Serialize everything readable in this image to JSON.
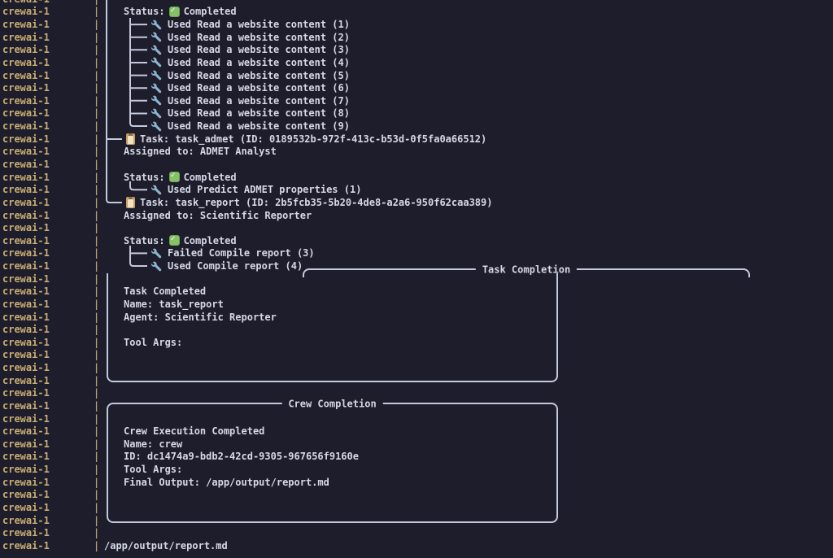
{
  "colors": {
    "background": "#1d1d2b",
    "gutter_label": "#c9ad74",
    "separator": "#b3a06c",
    "tree_and_borders": "#c5c9de",
    "text": "#d6d8e6",
    "check_green": "#86c169",
    "wrench_blue": "#8db4cf",
    "clipboard_tan": "#c79d66"
  },
  "gutter": {
    "service": "crewai-1",
    "separator": "|",
    "row_count": 44
  },
  "log": {
    "block1": {
      "status_label": "Status:",
      "status_value": "Completed",
      "tools": [
        "Used Read a website content (1)",
        "Used Read a website content (2)",
        "Used Read a website content (3)",
        "Used Read a website content (4)",
        "Used Read a website content (5)",
        "Used Read a website content (6)",
        "Used Read a website content (7)",
        "Used Read a website content (8)",
        "Used Read a website content (9)"
      ]
    },
    "task_admet": {
      "icon": "clipboard-icon",
      "title": "Task: task_admet (ID: 0189532b-972f-413c-b53d-0f5fa0a66512)",
      "assigned": "Assigned to: ADMET Analyst",
      "status_label": "Status:",
      "status_value": "Completed",
      "tools": [
        "Used Predict ADMET properties (1)"
      ]
    },
    "task_report": {
      "icon": "clipboard-icon",
      "title": "Task: task_report (ID: 2b5fcb35-5b20-4de8-a2a6-950f62caa389)",
      "assigned": "Assigned to: Scientific Reporter",
      "status_label": "Status:",
      "status_value": "Completed",
      "tools": [
        "Failed Compile report (3)",
        "Used Compile report (4)"
      ]
    },
    "final_output_path": "/app/output/report.md"
  },
  "panels": {
    "task_completion": {
      "title": "Task Completion",
      "lines": [
        "Task Completed",
        "Name: task_report",
        "Agent: Scientific Reporter",
        "Tool Args:"
      ]
    },
    "crew_completion": {
      "title": "Crew Completion",
      "lines": [
        "Crew Execution Completed",
        "Name: crew",
        "ID: dc1474a9-bdb2-42cd-9305-967656f9160e",
        "Tool Args:",
        "Final Output: /app/output/report.md"
      ]
    }
  }
}
